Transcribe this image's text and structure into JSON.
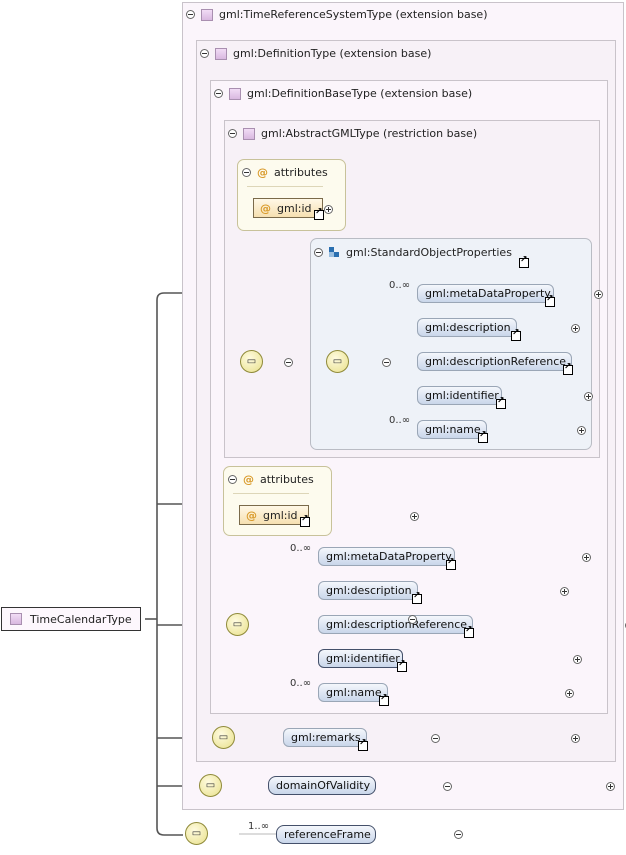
{
  "frames": {
    "time_reference_system": "gml:TimeReferenceSystemType (extension base)",
    "definition": "gml:DefinitionType (extension base)",
    "definition_base": "gml:DefinitionBaseType (extension base)",
    "abstract_gml": "gml:AbstractGMLType (restriction base)"
  },
  "attributes_label": "attributes",
  "attribute_id": "gml:id",
  "group_name": "gml:StandardObjectProperties",
  "inner_elements": [
    {
      "name": "gml:metaDataProperty",
      "card": "0..∞"
    },
    {
      "name": "gml:description",
      "card": ""
    },
    {
      "name": "gml:descriptionReference",
      "card": ""
    },
    {
      "name": "gml:identifier",
      "card": ""
    },
    {
      "name": "gml:name",
      "card": "0..∞"
    }
  ],
  "outer_elements": [
    {
      "name": "gml:metaDataProperty",
      "card": "0..∞"
    },
    {
      "name": "gml:description",
      "card": ""
    },
    {
      "name": "gml:descriptionReference",
      "card": ""
    },
    {
      "name": "gml:identifier",
      "card": ""
    },
    {
      "name": "gml:name",
      "card": "0..∞"
    }
  ],
  "remarks": "gml:remarks",
  "domain_of_validity": "domainOfValidity",
  "reference_frame": {
    "name": "referenceFrame",
    "card": "1..∞"
  },
  "root": "TimeCalendarType"
}
